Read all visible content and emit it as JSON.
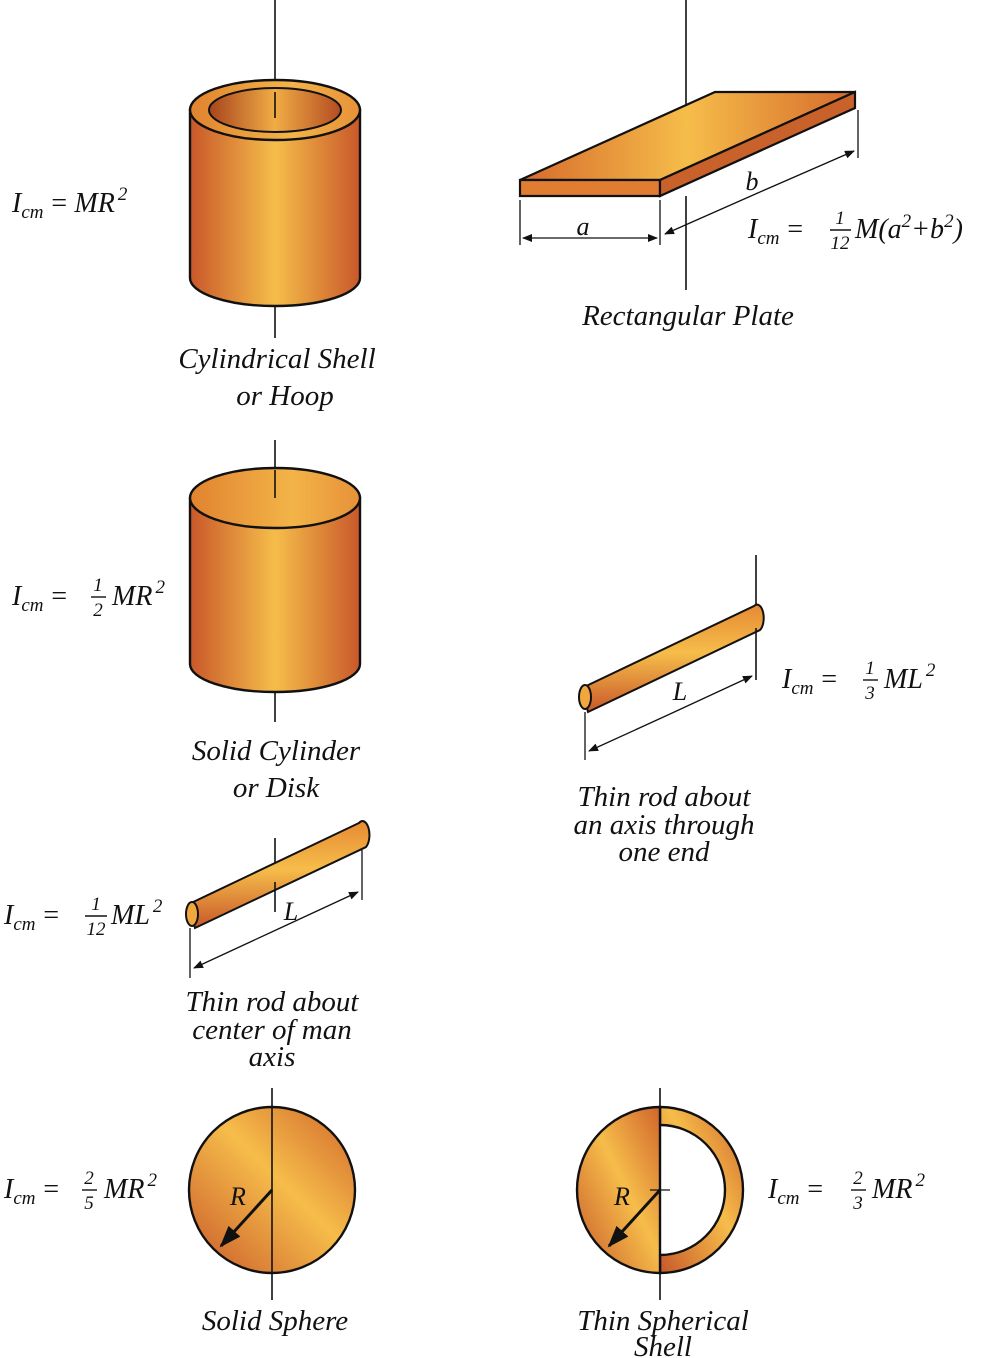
{
  "colors": {
    "copper_dark": "#c8582a",
    "copper_light": "#f6bd4a",
    "outline": "#111111"
  },
  "shapes": {
    "cylindrical_shell": {
      "caption_lines": [
        "Cylindrical Shell",
        "or Hoop"
      ],
      "formula": {
        "i": "I",
        "cm": "cm",
        "eq": "=",
        "expr": "MR",
        "power": "2"
      }
    },
    "rectangular_plate": {
      "caption": "Rectangular Plate",
      "dim_a": "a",
      "dim_b": "b",
      "formula": {
        "i": "I",
        "cm": "cm",
        "eq": "=",
        "num": "1",
        "den": "12",
        "expr_pre": "M(a",
        "pow1": "2",
        "plus": "+b",
        "pow2": "2",
        "close": ")"
      }
    },
    "solid_cylinder": {
      "caption_lines": [
        "Solid Cylinder",
        "or Disk"
      ],
      "formula": {
        "i": "I",
        "cm": "cm",
        "eq": "=",
        "num": "1",
        "den": "2",
        "expr": "MR",
        "power": "2"
      }
    },
    "rod_end": {
      "caption_lines": [
        "Thin rod about",
        "an axis through",
        "one end"
      ],
      "length_label": "L",
      "formula": {
        "i": "I",
        "cm": "cm",
        "eq": "=",
        "num": "1",
        "den": "3",
        "expr": "ML",
        "power": "2"
      }
    },
    "rod_center": {
      "caption_lines": [
        "Thin rod about",
        "center of man",
        "axis"
      ],
      "length_label": "L",
      "formula": {
        "i": "I",
        "cm": "cm",
        "eq": "=",
        "num": "1",
        "den": "12",
        "expr": "ML",
        "power": "2"
      }
    },
    "solid_sphere": {
      "caption": "Solid Sphere",
      "radius_label": "R",
      "formula": {
        "i": "I",
        "cm": "cm",
        "eq": "=",
        "num": "2",
        "den": "5",
        "expr": "MR",
        "power": "2"
      }
    },
    "spherical_shell": {
      "caption_lines": [
        "Thin Spherical",
        "Shell"
      ],
      "radius_label": "R",
      "formula": {
        "i": "I",
        "cm": "cm",
        "eq": "=",
        "num": "2",
        "den": "3",
        "expr": "MR",
        "power": "2"
      }
    }
  }
}
